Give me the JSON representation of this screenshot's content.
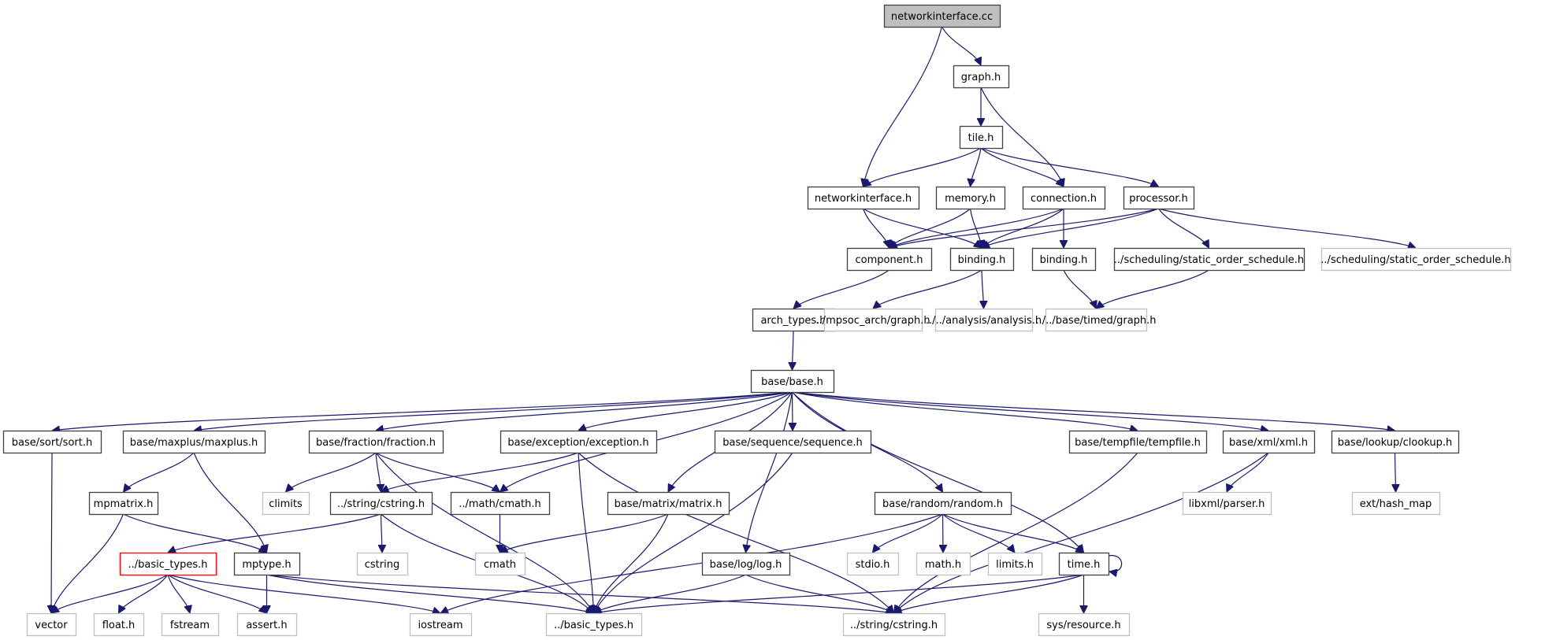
{
  "title": "networkinterface.cc include dependency graph",
  "colors": {
    "edge": "#191970",
    "root_fill": "#bfbfbf",
    "root_stroke": "#404040",
    "documented_stroke": "#404040",
    "undocumented_stroke": "#bfbfbf",
    "truncated_stroke": "#ff0000"
  },
  "nodes": [
    {
      "id": "n_root",
      "label": "networkinterface.cc",
      "kind": "root"
    },
    {
      "id": "n_graph",
      "label": "graph.h",
      "kind": "documented"
    },
    {
      "id": "n_tile",
      "label": "tile.h",
      "kind": "documented"
    },
    {
      "id": "n_netif",
      "label": "networkinterface.h",
      "kind": "documented"
    },
    {
      "id": "n_memory",
      "label": "memory.h",
      "kind": "documented"
    },
    {
      "id": "n_conn",
      "label": "connection.h",
      "kind": "documented"
    },
    {
      "id": "n_proc",
      "label": "processor.h",
      "kind": "documented"
    },
    {
      "id": "n_comp",
      "label": "component.h",
      "kind": "documented"
    },
    {
      "id": "n_bind1",
      "label": "binding.h",
      "kind": "documented"
    },
    {
      "id": "n_bind2",
      "label": "binding.h",
      "kind": "documented"
    },
    {
      "id": "n_sched1",
      "label": "../scheduling/static_order_schedule.h",
      "kind": "documented"
    },
    {
      "id": "n_sched2",
      "label": "../scheduling/static_order_schedule.h",
      "kind": "undocumented"
    },
    {
      "id": "n_arch",
      "label": "arch_types.h",
      "kind": "documented"
    },
    {
      "id": "n_mpsoc",
      "label": "../mpsoc_arch/graph.h",
      "kind": "undocumented"
    },
    {
      "id": "n_analysis",
      "label": "../../analysis/analysis.h",
      "kind": "undocumented"
    },
    {
      "id": "n_timed",
      "label": "../../base/timed/graph.h",
      "kind": "undocumented"
    },
    {
      "id": "n_base",
      "label": "base/base.h",
      "kind": "documented"
    },
    {
      "id": "n_sort",
      "label": "base/sort/sort.h",
      "kind": "documented"
    },
    {
      "id": "n_maxplus",
      "label": "base/maxplus/maxplus.h",
      "kind": "documented"
    },
    {
      "id": "n_fraction",
      "label": "base/fraction/fraction.h",
      "kind": "documented"
    },
    {
      "id": "n_exception",
      "label": "base/exception/exception.h",
      "kind": "documented"
    },
    {
      "id": "n_sequence",
      "label": "base/sequence/sequence.h",
      "kind": "documented"
    },
    {
      "id": "n_tempfile",
      "label": "base/tempfile/tempfile.h",
      "kind": "documented"
    },
    {
      "id": "n_xml",
      "label": "base/xml/xml.h",
      "kind": "documented"
    },
    {
      "id": "n_clookup",
      "label": "base/lookup/clookup.h",
      "kind": "documented"
    },
    {
      "id": "n_mpmatrix",
      "label": "mpmatrix.h",
      "kind": "documented"
    },
    {
      "id": "n_climits",
      "label": "climits",
      "kind": "undocumented"
    },
    {
      "id": "n_cstring1",
      "label": "../string/cstring.h",
      "kind": "documented"
    },
    {
      "id": "n_cmath1",
      "label": "../math/cmath.h",
      "kind": "documented"
    },
    {
      "id": "n_matrix",
      "label": "base/matrix/matrix.h",
      "kind": "documented"
    },
    {
      "id": "n_random",
      "label": "base/random/random.h",
      "kind": "documented"
    },
    {
      "id": "n_libxml",
      "label": "libxml/parser.h",
      "kind": "undocumented"
    },
    {
      "id": "n_hashmap",
      "label": "ext/hash_map",
      "kind": "undocumented"
    },
    {
      "id": "n_basictypes1",
      "label": "../basic_types.h",
      "kind": "truncated"
    },
    {
      "id": "n_mptype",
      "label": "mptype.h",
      "kind": "documented"
    },
    {
      "id": "n_cstring_std",
      "label": "cstring",
      "kind": "undocumented"
    },
    {
      "id": "n_cmath_std",
      "label": "cmath",
      "kind": "undocumented"
    },
    {
      "id": "n_log",
      "label": "base/log/log.h",
      "kind": "documented"
    },
    {
      "id": "n_stdio",
      "label": "stdio.h",
      "kind": "undocumented"
    },
    {
      "id": "n_math",
      "label": "math.h",
      "kind": "undocumented"
    },
    {
      "id": "n_limits",
      "label": "limits.h",
      "kind": "undocumented"
    },
    {
      "id": "n_time",
      "label": "time.h",
      "kind": "documented"
    },
    {
      "id": "n_vector",
      "label": "vector",
      "kind": "undocumented"
    },
    {
      "id": "n_float",
      "label": "float.h",
      "kind": "undocumented"
    },
    {
      "id": "n_fstream",
      "label": "fstream",
      "kind": "undocumented"
    },
    {
      "id": "n_assert",
      "label": "assert.h",
      "kind": "undocumented"
    },
    {
      "id": "n_iostream",
      "label": "iostream",
      "kind": "undocumented"
    },
    {
      "id": "n_basictypes2",
      "label": "../basic_types.h",
      "kind": "undocumented"
    },
    {
      "id": "n_cstring2",
      "label": "../string/cstring.h",
      "kind": "undocumented"
    },
    {
      "id": "n_resource",
      "label": "sys/resource.h",
      "kind": "undocumented"
    }
  ],
  "edges": [
    [
      "n_root",
      "n_graph"
    ],
    [
      "n_root",
      "n_netif"
    ],
    [
      "n_graph",
      "n_tile"
    ],
    [
      "n_graph",
      "n_conn"
    ],
    [
      "n_tile",
      "n_netif"
    ],
    [
      "n_tile",
      "n_memory"
    ],
    [
      "n_tile",
      "n_conn"
    ],
    [
      "n_tile",
      "n_proc"
    ],
    [
      "n_netif",
      "n_comp"
    ],
    [
      "n_netif",
      "n_bind1"
    ],
    [
      "n_memory",
      "n_comp"
    ],
    [
      "n_memory",
      "n_bind1"
    ],
    [
      "n_conn",
      "n_comp"
    ],
    [
      "n_conn",
      "n_bind1"
    ],
    [
      "n_conn",
      "n_bind2"
    ],
    [
      "n_proc",
      "n_comp"
    ],
    [
      "n_proc",
      "n_bind1"
    ],
    [
      "n_proc",
      "n_sched1"
    ],
    [
      "n_proc",
      "n_sched2"
    ],
    [
      "n_comp",
      "n_arch"
    ],
    [
      "n_bind1",
      "n_mpsoc"
    ],
    [
      "n_bind1",
      "n_analysis"
    ],
    [
      "n_bind2",
      "n_timed"
    ],
    [
      "n_sched1",
      "n_timed"
    ],
    [
      "n_arch",
      "n_base"
    ],
    [
      "n_base",
      "n_sort"
    ],
    [
      "n_base",
      "n_maxplus"
    ],
    [
      "n_base",
      "n_fraction"
    ],
    [
      "n_base",
      "n_exception"
    ],
    [
      "n_base",
      "n_cmath1"
    ],
    [
      "n_base",
      "n_matrix"
    ],
    [
      "n_base",
      "n_sequence"
    ],
    [
      "n_base",
      "n_log"
    ],
    [
      "n_base",
      "n_random"
    ],
    [
      "n_base",
      "n_time"
    ],
    [
      "n_base",
      "n_tempfile"
    ],
    [
      "n_base",
      "n_xml"
    ],
    [
      "n_base",
      "n_clookup"
    ],
    [
      "n_sort",
      "n_vector"
    ],
    [
      "n_maxplus",
      "n_mpmatrix"
    ],
    [
      "n_maxplus",
      "n_mptype"
    ],
    [
      "n_fraction",
      "n_climits"
    ],
    [
      "n_fraction",
      "n_cstring1"
    ],
    [
      "n_fraction",
      "n_cmath1"
    ],
    [
      "n_fraction",
      "n_basictypes2"
    ],
    [
      "n_exception",
      "n_cstring1"
    ],
    [
      "n_exception",
      "n_basictypes2"
    ],
    [
      "n_exception",
      "n_cstring2"
    ],
    [
      "n_sequence",
      "n_basictypes2"
    ],
    [
      "n_tempfile",
      "n_cstring2"
    ],
    [
      "n_xml",
      "n_libxml"
    ],
    [
      "n_xml",
      "n_cstring2"
    ],
    [
      "n_clookup",
      "n_hashmap"
    ],
    [
      "n_mpmatrix",
      "n_vector"
    ],
    [
      "n_mpmatrix",
      "n_mptype"
    ],
    [
      "n_cstring1",
      "n_basictypes1"
    ],
    [
      "n_cstring1",
      "n_cstring_std"
    ],
    [
      "n_cstring1",
      "n_basictypes2"
    ],
    [
      "n_cmath1",
      "n_cmath_std"
    ],
    [
      "n_matrix",
      "n_cmath_std"
    ],
    [
      "n_matrix",
      "n_basictypes2"
    ],
    [
      "n_random",
      "n_iostream"
    ],
    [
      "n_random",
      "n_stdio"
    ],
    [
      "n_random",
      "n_math"
    ],
    [
      "n_random",
      "n_limits"
    ],
    [
      "n_random",
      "n_time"
    ],
    [
      "n_basictypes1",
      "n_vector"
    ],
    [
      "n_basictypes1",
      "n_float"
    ],
    [
      "n_basictypes1",
      "n_fstream"
    ],
    [
      "n_basictypes1",
      "n_assert"
    ],
    [
      "n_basictypes1",
      "n_iostream"
    ],
    [
      "n_mptype",
      "n_assert"
    ],
    [
      "n_mptype",
      "n_basictypes2"
    ],
    [
      "n_mptype",
      "n_cstring2"
    ],
    [
      "n_log",
      "n_basictypes2"
    ],
    [
      "n_log",
      "n_cstring2"
    ],
    [
      "n_time",
      "n_time"
    ],
    [
      "n_time",
      "n_basictypes2"
    ],
    [
      "n_time",
      "n_cstring2"
    ],
    [
      "n_time",
      "n_resource"
    ]
  ]
}
